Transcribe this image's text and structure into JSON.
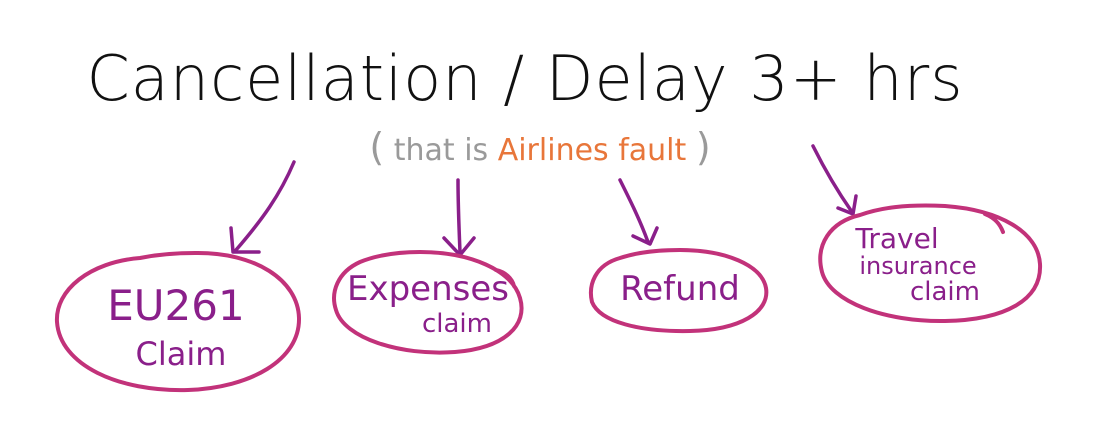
{
  "title": "Cancellation / Delay 3+ hrs",
  "subtitle": {
    "open": "(",
    "prefix": "that is ",
    "highlight": "Airlines fault",
    "close": ")"
  },
  "colors": {
    "title": "#111111",
    "subtitle_grey": "#9a9a9a",
    "highlight": "#e8763a",
    "node_text": "#8a1f8a",
    "node_outline": "#c2327a",
    "arrows": "#8a1f8a"
  },
  "nodes": [
    {
      "lines": [
        "EU261",
        "Claim"
      ]
    },
    {
      "lines": [
        "Expenses",
        "claim"
      ]
    },
    {
      "lines": [
        "Refund"
      ]
    },
    {
      "lines": [
        "Travel",
        "insurance",
        "claim"
      ]
    }
  ]
}
